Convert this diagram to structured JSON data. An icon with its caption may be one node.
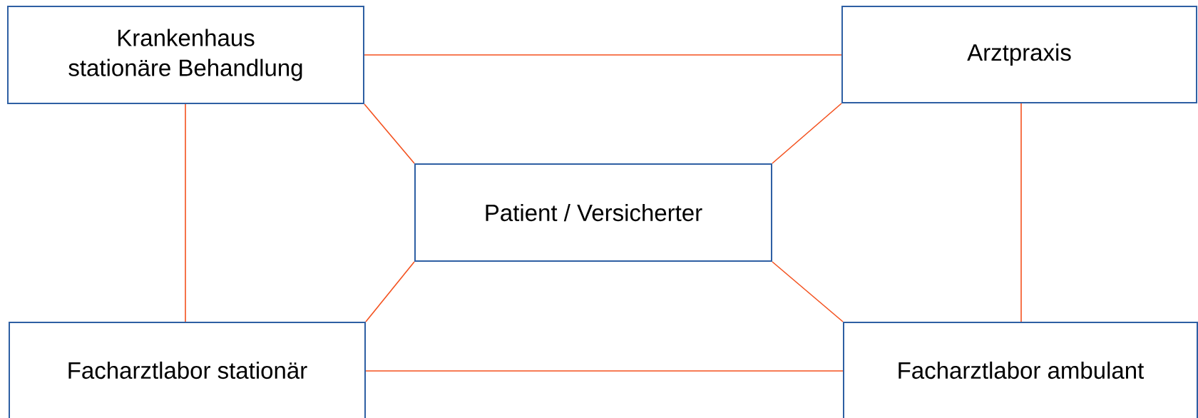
{
  "diagram": {
    "nodes": [
      {
        "text": [
          "Krankenhaus",
          "stationäre Behandlung"
        ]
      },
      {
        "text": [
          "Arztpraxis"
        ]
      },
      {
        "text": [
          "Patient / Versicherter"
        ]
      },
      {
        "text": [
          "Facharztlabor stationär"
        ]
      },
      {
        "text": [
          "Facharztlabor ambulant"
        ]
      }
    ],
    "edges": [
      {
        "from": 0,
        "to": 1,
        "arrow": "none"
      },
      {
        "from": 0,
        "to": 2,
        "arrow": "none"
      },
      {
        "from": 1,
        "to": 2,
        "arrow": "none"
      },
      {
        "from": 0,
        "to": 3,
        "arrow": "none"
      },
      {
        "from": 1,
        "to": 4,
        "arrow": "none"
      },
      {
        "from": 2,
        "to": 3,
        "arrow": "none"
      },
      {
        "from": 2,
        "to": 4,
        "arrow": "none"
      },
      {
        "from": 3,
        "to": 4,
        "arrow": "none"
      }
    ]
  }
}
